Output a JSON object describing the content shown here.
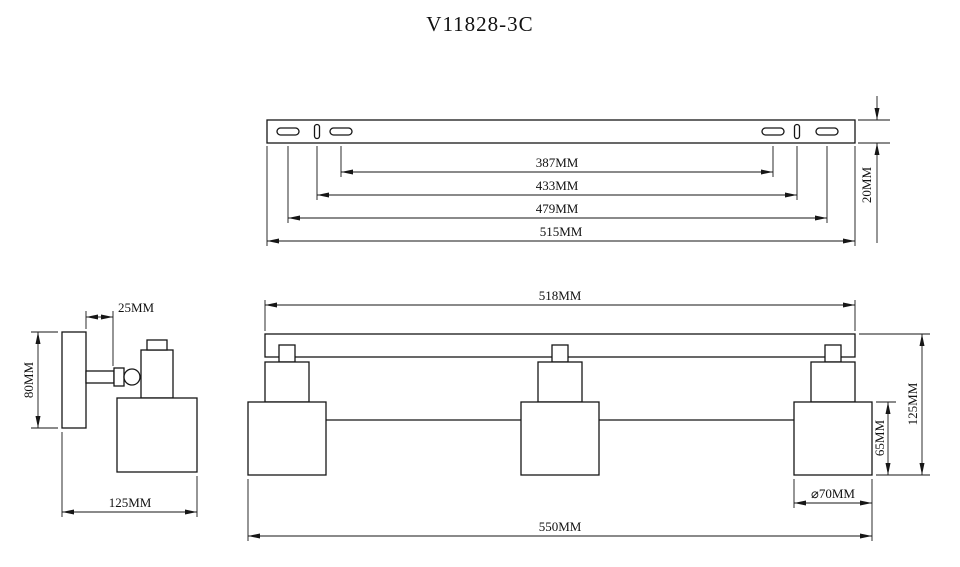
{
  "title": "V11828-3C",
  "colors": {
    "line": "#161616",
    "background": "#ffffff"
  },
  "views": {
    "bracket": {
      "label": "mounting-bracket-top-view",
      "dims": {
        "slot_span_inner": "387MM",
        "slot_span_mid": "433MM",
        "slot_span_outer": "479MM",
        "overall_width": "515MM",
        "height": "20MM"
      }
    },
    "side": {
      "label": "lamp-side-view",
      "dims": {
        "arm_offset": "25MM",
        "backplate_height": "80MM",
        "depth": "125MM"
      }
    },
    "front": {
      "label": "fixture-front-view",
      "dims": {
        "bar_width": "518MM",
        "overall_height": "125MM",
        "shade_height": "65MM",
        "shade_diameter": "⌀70MM",
        "overall_width": "550MM"
      }
    }
  }
}
